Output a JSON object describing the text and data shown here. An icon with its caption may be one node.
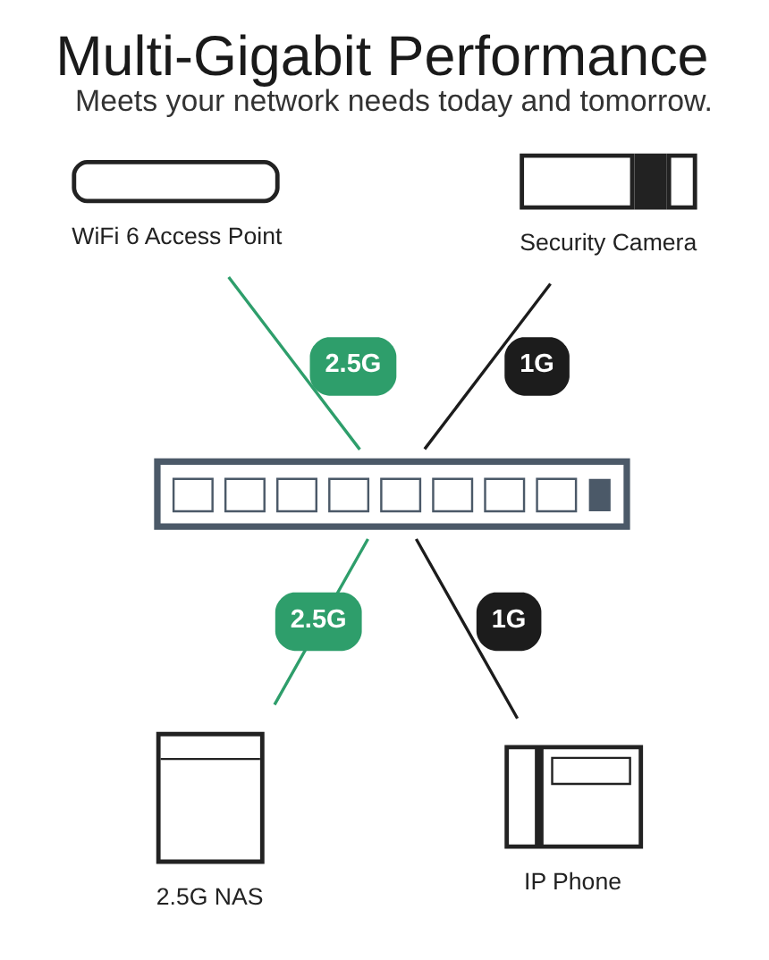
{
  "diagram": {
    "title": "Multi-Gigabit Performance",
    "caption": "Meets your network needs today and tomorrow.",
    "nodes": [
      {
        "text": [
          "WiFi 6 Access Point"
        ]
      },
      {
        "text": [
          "Security Camera"
        ]
      },
      {
        "text": [],
        "shape": "picture"
      },
      {
        "text": [
          "2.5G NAS"
        ]
      },
      {
        "text": [
          "IP Phone"
        ]
      }
    ],
    "edges": [
      {
        "from": 0,
        "to": 2,
        "arrow": "none",
        "label": "2.5G",
        "color": "#2e9e6b"
      },
      {
        "from": 1,
        "to": 2,
        "arrow": "none",
        "label": "1G",
        "color": "#1c1c1c"
      },
      {
        "from": 2,
        "to": 3,
        "arrow": "none",
        "label": "2.5G",
        "color": "#2e9e6b"
      },
      {
        "from": 2,
        "to": 4,
        "arrow": "none",
        "label": "1G",
        "color": "#1c1c1c"
      }
    ]
  }
}
